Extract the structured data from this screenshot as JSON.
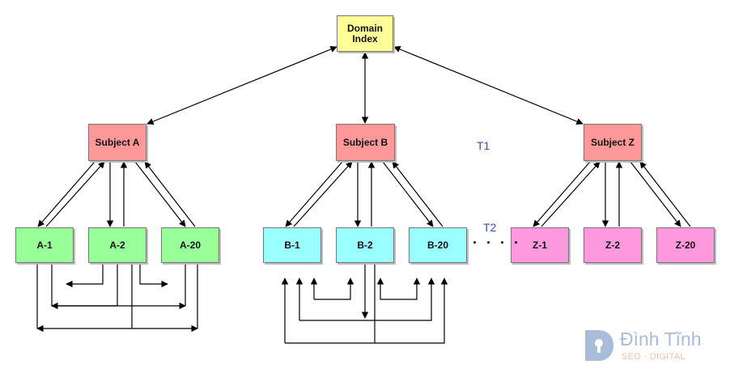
{
  "diagram": {
    "domain_index": {
      "label_line1": "Domain",
      "label_line2": "Index"
    },
    "subjects": {
      "a": "Subject  A",
      "b": "Subject  B",
      "z": "Subject  Z"
    },
    "groups": {
      "a": [
        "A-1",
        "A-2",
        "A-20"
      ],
      "b": [
        "B-1",
        "B-2",
        "B-20"
      ],
      "z": [
        "Z-1",
        "Z-2",
        "Z-20"
      ]
    },
    "tier_labels": {
      "t1": "T1",
      "t2": "T2"
    },
    "ellipsis": "· · · ·"
  },
  "watermark": {
    "name": "Đình Tĩnh",
    "tagline": "SEO - DIGITAL",
    "colors": {
      "name": "#a9bcd9",
      "tagline": "#f2c2a6"
    }
  },
  "colors": {
    "domain": "#ffff99",
    "subject": "#ff9999",
    "group_a": "#99ff99",
    "group_b": "#99ffff",
    "group_z": "#ff99dd",
    "tier_label": "#3b48c8"
  }
}
